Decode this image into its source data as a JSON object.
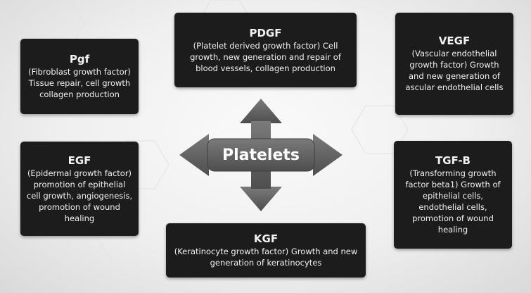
{
  "center": {
    "label": "Platelets"
  },
  "factors": {
    "pgf": {
      "title": "Pgf",
      "description": "(Fibroblast growth factor) Tissue repair, cell growth collagen production"
    },
    "pdgf": {
      "title": "PDGF",
      "description": "(Platelet derived growth factor) Cell growth, new generation and repair of blood vessels, collagen production"
    },
    "vegf": {
      "title": "VEGF",
      "description": "(Vascular endothelial growth factor) Growth and new generation of ascular endothelial cells"
    },
    "egf": {
      "title": "EGF",
      "description": "(Epidermal growth factor) promotion of epithelial cell growth, angiogenesis, promotion of wound healing"
    },
    "tgfb": {
      "title": "TGF-B",
      "description": "(Transforming growth factor beta1) Growth of epithelial cells, endothelial cells, promotion of wound healing"
    },
    "kgf": {
      "title": "KGF",
      "description": "(Keratinocyte growth factor) Growth and new generation of keratinocytes"
    }
  },
  "colors": {
    "box_fill": "#1c1c1c",
    "box_text": "#f2f2f2",
    "arrow_fill": "#606060",
    "background": "#f0f0f0"
  }
}
